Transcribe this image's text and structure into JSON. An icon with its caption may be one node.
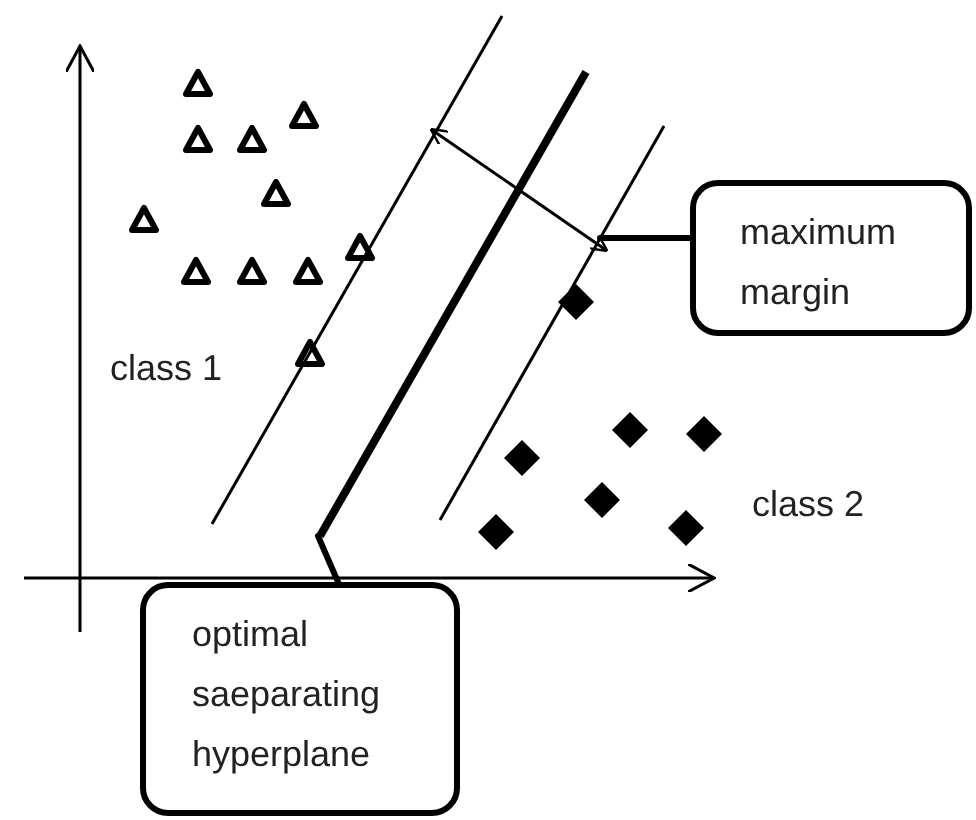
{
  "diagram": {
    "nodes": [
      {
        "text": [
          "maximum margin"
        ]
      },
      {
        "text": [
          "optimal saeparating hyperplane"
        ]
      }
    ],
    "edges": [
      {
        "from": 0,
        "to": null,
        "arrow": "none"
      },
      {
        "from": 1,
        "to": null,
        "arrow": "none"
      }
    ],
    "labels": [
      "class 1",
      "class 2"
    ]
  }
}
